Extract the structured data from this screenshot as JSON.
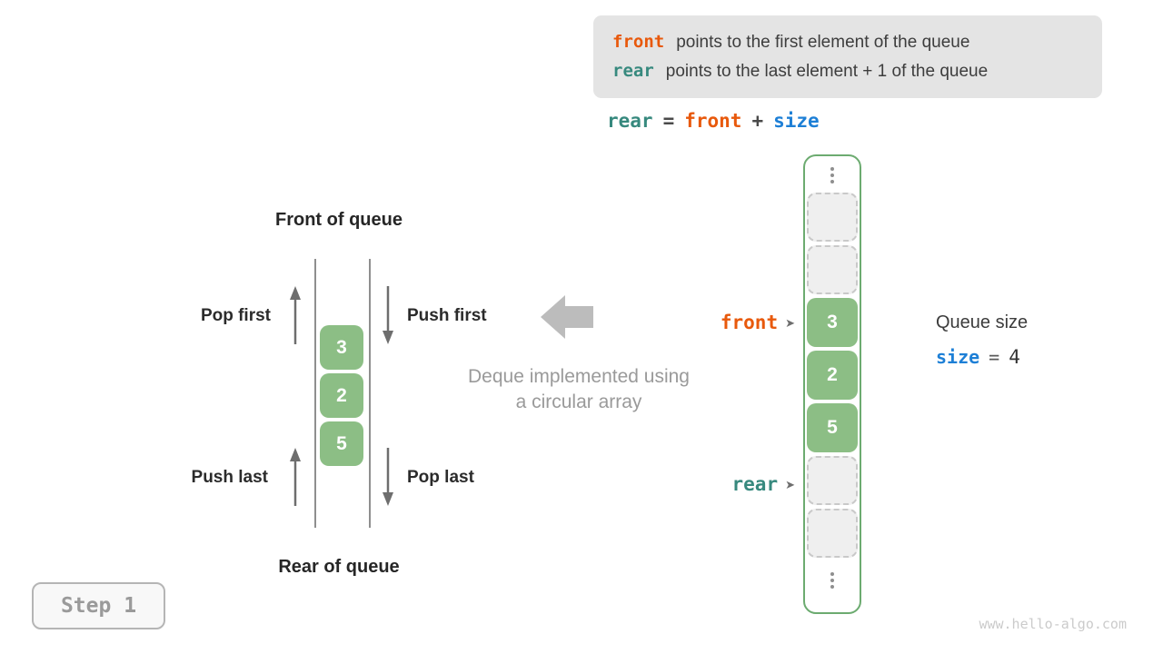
{
  "legend_box": {
    "rows": [
      {
        "keyword": "front",
        "text": "points to the first element of the queue"
      },
      {
        "keyword": "rear",
        "text": "points to the last element + 1 of the queue"
      }
    ]
  },
  "formula": {
    "lhs": "rear",
    "eq": "=",
    "term1": "front",
    "plus": "+",
    "term2": "size"
  },
  "left_diagram": {
    "front_label": "Front of queue",
    "rear_label": "Rear of queue",
    "pop_first": "Pop first",
    "push_first": "Push first",
    "push_last": "Push last",
    "pop_last": "Pop last",
    "values": [
      "3",
      "2",
      "5"
    ]
  },
  "center_caption": {
    "line1": "Deque implemented using",
    "line2": "a circular array"
  },
  "array_column": {
    "cells": [
      {
        "type": "ellipsis"
      },
      {
        "type": "empty"
      },
      {
        "type": "empty"
      },
      {
        "type": "value",
        "value": "3"
      },
      {
        "type": "value",
        "value": "2"
      },
      {
        "type": "value",
        "value": "5"
      },
      {
        "type": "empty"
      },
      {
        "type": "empty"
      },
      {
        "type": "ellipsis"
      }
    ],
    "front_pointer": "front",
    "rear_pointer": "rear",
    "pointer_arrow": "➤"
  },
  "queue_size": {
    "label": "Queue size",
    "var": "size",
    "eq": "=",
    "value": "4"
  },
  "step_button": {
    "label": "Step 1"
  },
  "watermark": "www.hello-algo.com",
  "colors": {
    "front_orange": "#e8590c",
    "rear_teal": "#37897e",
    "size_blue": "#1d7fd6",
    "cell_green": "#8cbe85",
    "column_border_green": "#6cab70",
    "legend_bg": "#e4e4e4",
    "caption_gray": "#9a9a9a"
  }
}
